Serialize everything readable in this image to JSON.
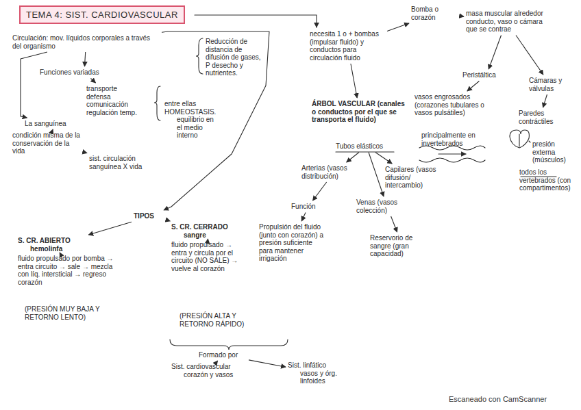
{
  "diagram": {
    "title": "TEMA 4: SIST. CARDIOVASCULAR",
    "nodes": [
      {
        "text": [
          "Circulación: mov. líquidos corporales a través del organismo"
        ]
      },
      {
        "text": [
          "Reducción de distancia de difusión de gases, P desecho y nutrientes."
        ]
      },
      {
        "text": [
          "Funciones variadas"
        ]
      },
      {
        "text": [
          "transporte",
          "defensa",
          "comunicación",
          "regulación temp."
        ]
      },
      {
        "text": [
          "entre ellas",
          "HOMEOSTASIS.",
          "equilibrio en el medio interno"
        ]
      },
      {
        "text": [
          "La sanguínea"
        ]
      },
      {
        "text": [
          "condición misma de la conservación de la vida"
        ]
      },
      {
        "text": [
          "sist. circulación sanguínea X vida"
        ]
      },
      {
        "text": [
          "necesita 1 o + bombas (impulsar fluido) y conductos para circulación fluido"
        ]
      },
      {
        "text": [
          "Bomba o corazón"
        ]
      },
      {
        "text": [
          "masa muscular alrededor conducto, vaso o cámara que se contrae"
        ]
      },
      {
        "text": [
          "Peristáltica"
        ]
      },
      {
        "text": [
          "Cámaras y válvulas"
        ]
      },
      {
        "text": [
          "vasos engrosados (corazones tubulares o vasos pulsátiles)"
        ]
      },
      {
        "text": [
          "principalmente en invertebrados"
        ]
      },
      {
        "text": [
          "Paredes contráctiles"
        ]
      },
      {
        "text": [
          "presión externa (músculos)"
        ]
      },
      {
        "text": [
          "todos los vertebrados (con compartimentos)"
        ]
      },
      {
        "text": [
          "ÁRBOL VASCULAR (canales o conductos por el que se transporta el fluido)"
        ]
      },
      {
        "text": [
          "Tubos elásticos"
        ]
      },
      {
        "text": [
          "Arterias (vasos distribución)"
        ]
      },
      {
        "text": [
          "Capilares (vasos difusión/ intercambio)"
        ]
      },
      {
        "text": [
          "Venas (vasos colección)"
        ]
      },
      {
        "text": [
          "Reservorio de sangre (gran capacidad)"
        ]
      },
      {
        "text": [
          "Función"
        ]
      },
      {
        "text": [
          "Propulsión del fluido (junto con corazón) a presión suficiente para mantener irrigación"
        ]
      },
      {
        "text": [
          "TIPOS"
        ]
      },
      {
        "text": [
          "S. CR. ABIERTO",
          "hemolinfa"
        ]
      },
      {
        "text": [
          "fluido propulsado por bomba → entra circuito → sale → mezcla con líq. intersticial → regreso corazón"
        ]
      },
      {
        "text": [
          "(PRESIÓN MUY BAJA Y RETORNO LENTO)"
        ]
      },
      {
        "text": [
          "S. CR. CERRADO",
          "sangre"
        ]
      },
      {
        "text": [
          "fluido propulsado → entra y circula por el circuito (NO SALE) → vuelve al corazón"
        ]
      },
      {
        "text": [
          "(PRESIÓN ALTA Y RETORNO RÁPIDO)"
        ]
      },
      {
        "text": [
          "Formado por"
        ]
      },
      {
        "text": [
          "Sist. cardiovascular",
          "corazón y vasos"
        ]
      },
      {
        "text": [
          "Sist. linfático",
          "vasos y órg. linfoides"
        ]
      }
    ],
    "edges": [
      {
        "from": 0,
        "to": 2,
        "arrow": "to"
      },
      {
        "from": 2,
        "to": 3,
        "arrow": "to"
      },
      {
        "from": 0,
        "to": 5,
        "arrow": "to"
      },
      {
        "from": 5,
        "to": 6,
        "arrow": "to"
      },
      {
        "from": 6,
        "to": 7,
        "arrow": "to"
      },
      {
        "from": 0,
        "to": 26,
        "arrow": "to"
      },
      {
        "from": 8,
        "to": 9,
        "arrow": "to"
      },
      {
        "from": 9,
        "to": 10,
        "arrow": "to"
      },
      {
        "from": 10,
        "to": 11,
        "arrow": "to"
      },
      {
        "from": 10,
        "to": 12,
        "arrow": "to"
      },
      {
        "from": 11,
        "to": 13,
        "arrow": "to"
      },
      {
        "from": 12,
        "to": 15,
        "arrow": "to"
      },
      {
        "from": 8,
        "to": 18,
        "arrow": "to"
      },
      {
        "from": 19,
        "to": 20,
        "arrow": "to"
      },
      {
        "from": 19,
        "to": 21,
        "arrow": "to"
      },
      {
        "from": 19,
        "to": 22,
        "arrow": "to"
      },
      {
        "from": 20,
        "to": 24,
        "arrow": "to"
      },
      {
        "from": 24,
        "to": 25,
        "arrow": "to"
      },
      {
        "from": 22,
        "to": 23,
        "arrow": "to"
      },
      {
        "from": 26,
        "to": 27,
        "arrow": "to"
      },
      {
        "from": 26,
        "to": 30,
        "arrow": "to"
      },
      {
        "from": 27,
        "to": 28,
        "arrow": "to"
      },
      {
        "from": 30,
        "to": 31,
        "arrow": "to"
      },
      {
        "from": 33,
        "to": 34,
        "arrow": "to"
      },
      {
        "from": 33,
        "to": 35,
        "arrow": "to"
      }
    ],
    "labels": [
      "Escaneado con CamScanner"
    ]
  }
}
